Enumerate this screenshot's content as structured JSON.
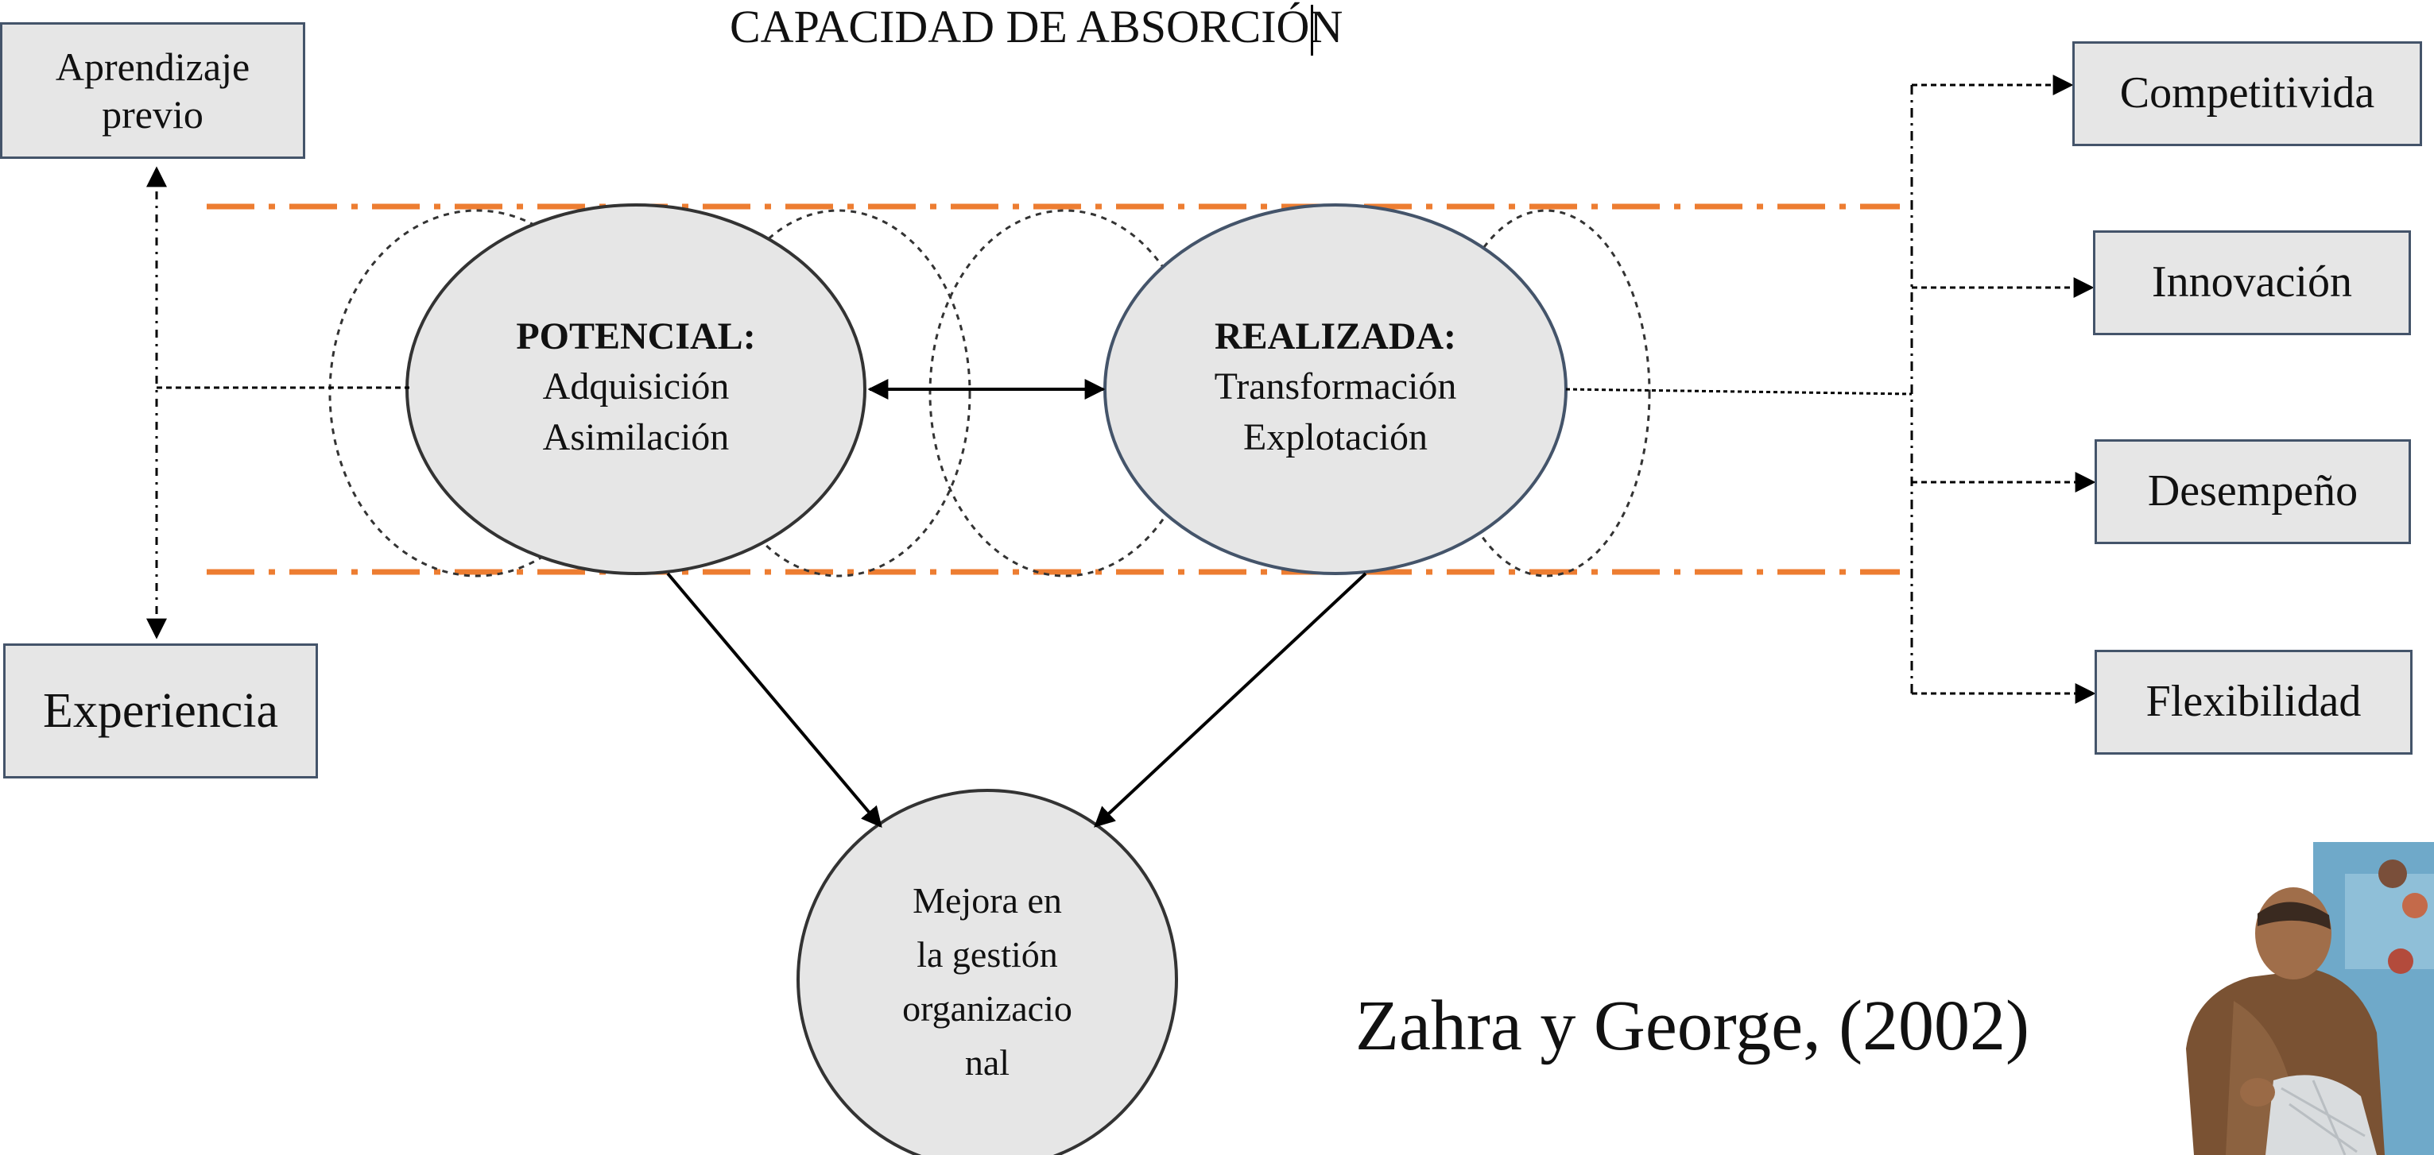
{
  "title": "CAPACIDAD DE ABSORCIÓN",
  "left_boxes": {
    "top": "Aprendizaje previo",
    "bottom": "Experiencia"
  },
  "potential": {
    "heading": "POTENCIAL:",
    "line1": "Adquisición",
    "line2": "Asimilación"
  },
  "realized": {
    "heading": "REALIZADA:",
    "line1": "Transformación",
    "line2": "Explotación"
  },
  "outcome": {
    "line1": "Mejora en",
    "line2": "la gestión",
    "line3": "organizacio",
    "line4": "nal"
  },
  "right_boxes": [
    "Competitivida",
    "Innovación",
    "Desempeño",
    "Flexibilidad"
  ],
  "citation": "Zahra y George, (2002)",
  "colors": {
    "box_fill": "#e6e6e6",
    "box_border": "#44546a",
    "band_line": "#ed7d31",
    "ellipse_fill": "#e6e6e6"
  }
}
